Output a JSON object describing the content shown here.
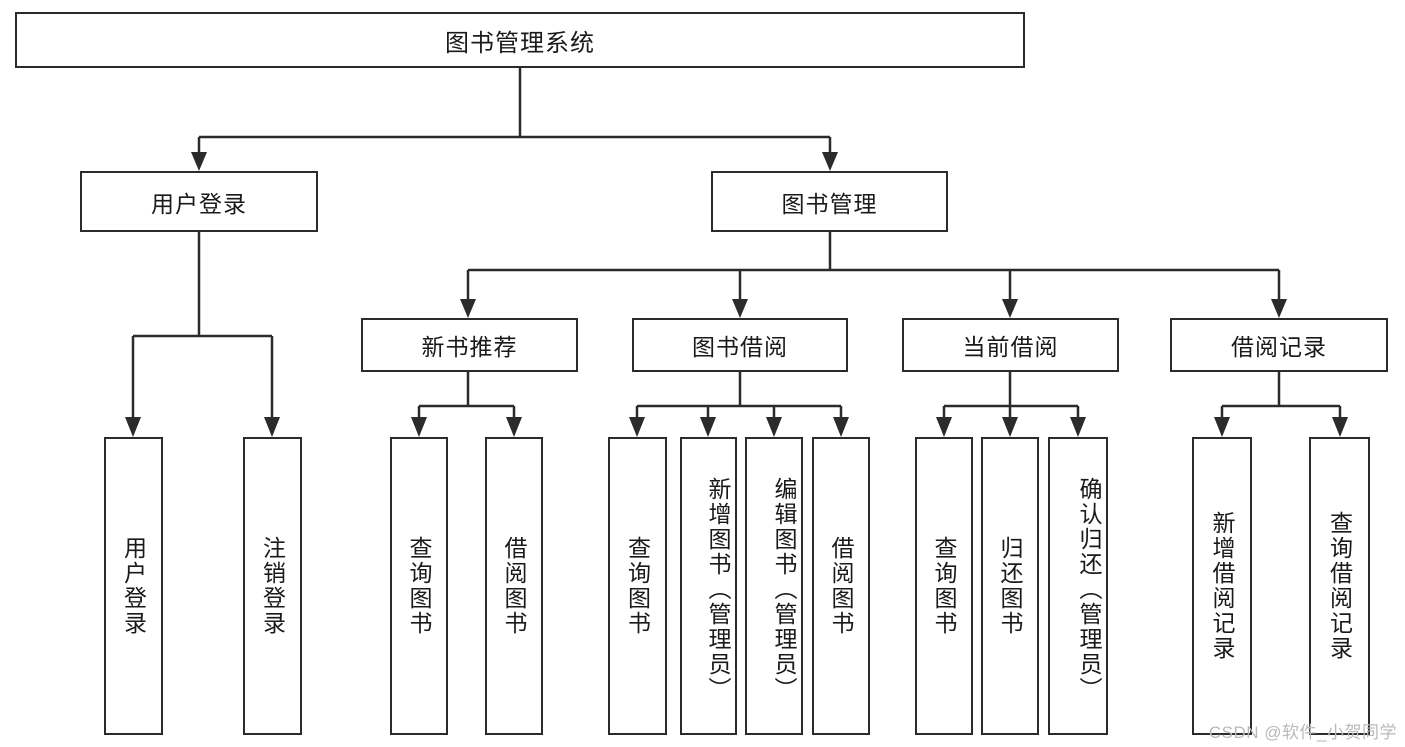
{
  "diagram": {
    "type": "tree",
    "title": "图书管理系统",
    "watermark": "CSDN @软件_小贺同学",
    "colors": {
      "stroke": "#2b2b2b",
      "fill": "#ffffff",
      "text": "#1a1a1a",
      "watermark": "#b9b9b9"
    },
    "levels": {
      "root": {
        "label": "图书管理系统"
      },
      "level2": [
        {
          "label": "用户登录"
        },
        {
          "label": "图书管理"
        }
      ],
      "level3": [
        {
          "label": "新书推荐"
        },
        {
          "label": "图书借阅"
        },
        {
          "label": "当前借阅"
        },
        {
          "label": "借阅记录"
        }
      ],
      "leaves": [
        {
          "label": "用户登录",
          "parent": "用户登录"
        },
        {
          "label": "注销登录",
          "parent": "用户登录"
        },
        {
          "label": "查询图书",
          "parent": "新书推荐"
        },
        {
          "label": "借阅图书",
          "parent": "新书推荐"
        },
        {
          "label": "查询图书",
          "parent": "图书借阅"
        },
        {
          "label": "新增图书（管理员）",
          "parent": "图书借阅"
        },
        {
          "label": "编辑图书（管理员）",
          "parent": "图书借阅"
        },
        {
          "label": "借阅图书",
          "parent": "图书借阅"
        },
        {
          "label": "查询图书",
          "parent": "当前借阅"
        },
        {
          "label": "归还图书",
          "parent": "当前借阅"
        },
        {
          "label": "确认归还（管理员）",
          "parent": "当前借阅"
        },
        {
          "label": "新增借阅记录",
          "parent": "借阅记录"
        },
        {
          "label": "查询借阅记录",
          "parent": "借阅记录"
        }
      ]
    }
  }
}
